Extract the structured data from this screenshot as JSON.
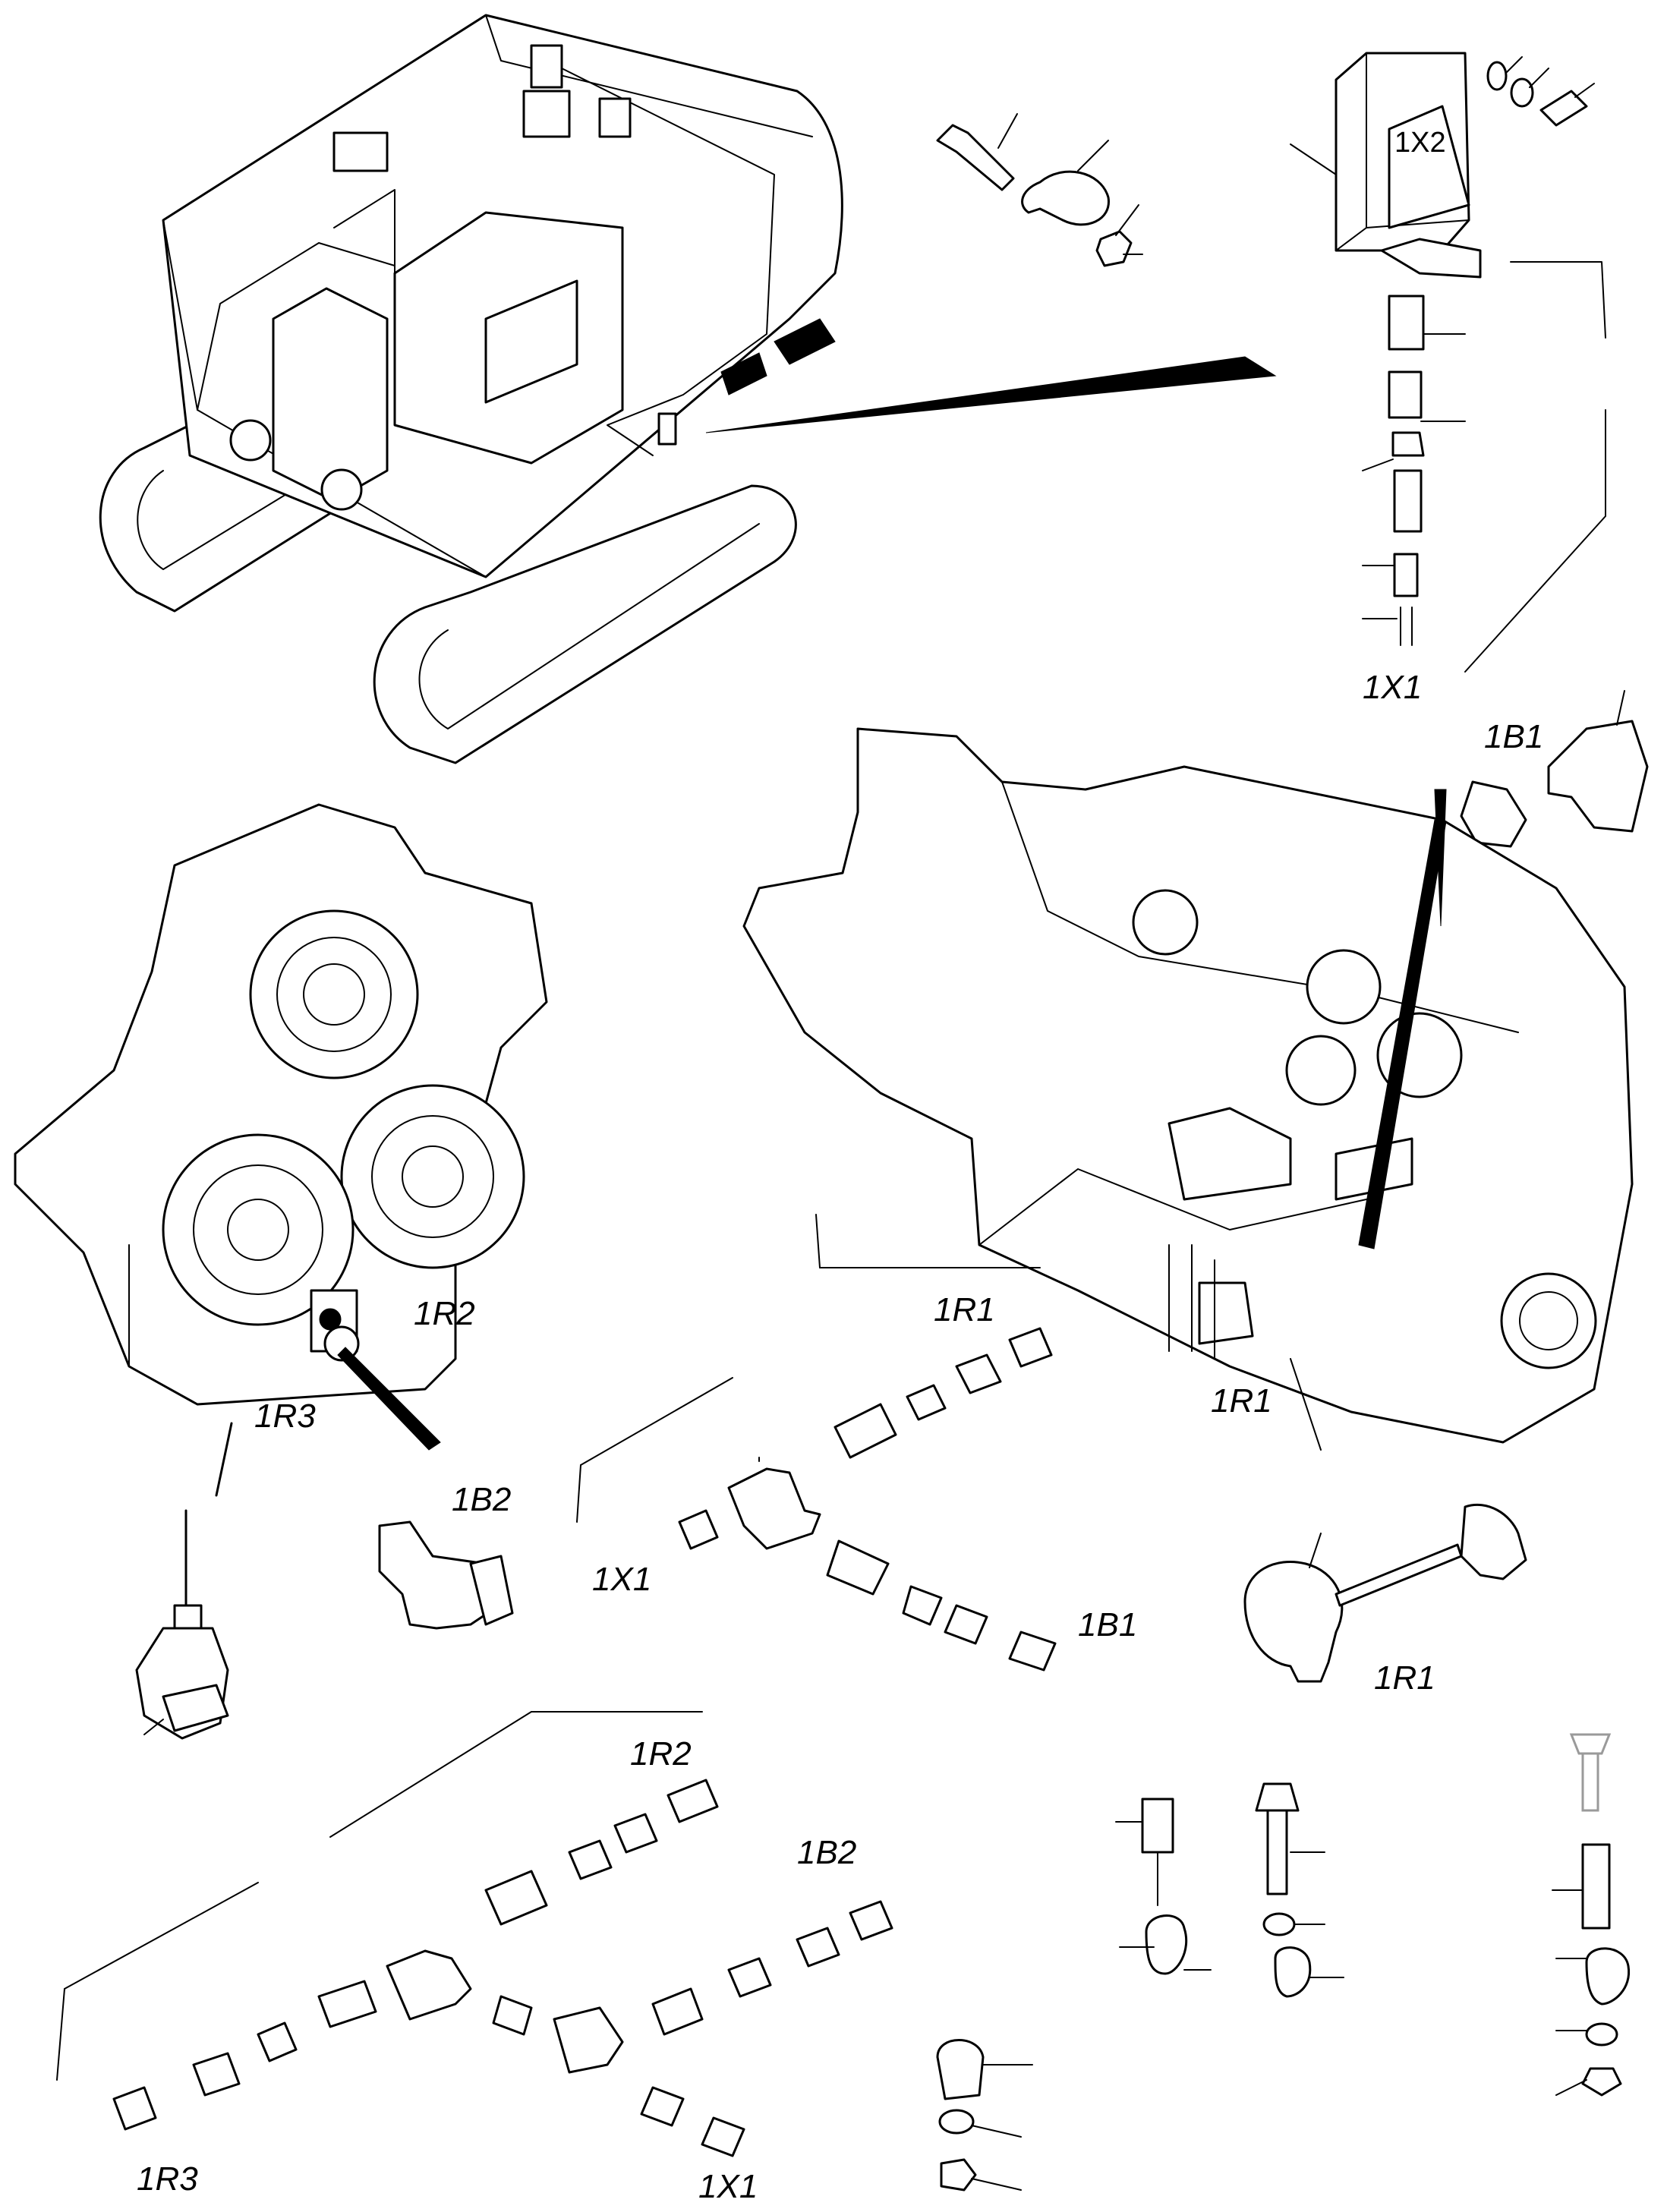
{
  "labels": {
    "top_connector_box": "1X2",
    "top_connector": "1X1",
    "sensor_1b1_top": "1B1",
    "gearbox_1r2": "1R2",
    "gearbox_1r3": "1R3",
    "sensor_1b2": "1B2",
    "harness_mid_1r1": "1R1",
    "engine_1r1": "1R1",
    "harness_mid_1x1": "1X1",
    "harness_mid_1b1": "1B1",
    "sensor_1r1_bottom": "1R1",
    "harness_low_1r2": "1R2",
    "harness_low_1b2": "1B2",
    "harness_low_1r3": "1R3",
    "harness_low_1x1": "1X1"
  }
}
